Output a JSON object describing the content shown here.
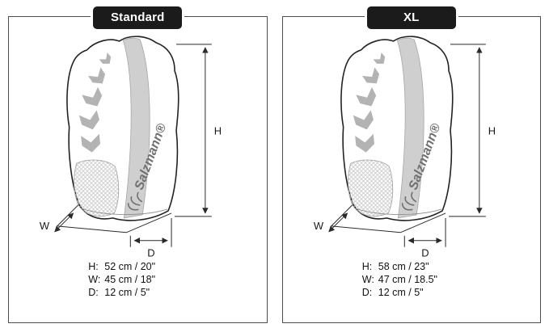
{
  "panels": [
    {
      "label": "Standard",
      "brand": "Salzmann®",
      "axis": {
        "h": "H",
        "w": "W",
        "d": "D"
      },
      "dims": [
        {
          "key": "H:",
          "value": "52 cm / 20\""
        },
        {
          "key": "W:",
          "value": "45 cm / 18\""
        },
        {
          "key": "D:",
          "value": "12 cm / 5\""
        }
      ]
    },
    {
      "label": "XL",
      "brand": "Salzmann®",
      "axis": {
        "h": "H",
        "w": "W",
        "d": "D"
      },
      "dims": [
        {
          "key": "H:",
          "value": "58 cm / 23\""
        },
        {
          "key": "W:",
          "value": "47 cm / 18.5\""
        },
        {
          "key": "D:",
          "value": "12 cm / 5\""
        }
      ]
    }
  ],
  "colors": {
    "panel_border": "#4d4d4d",
    "pill_background": "#1b1b1b",
    "pill_text": "#ffffff",
    "line": "#2a2a2a",
    "stripe_gray": "#cfcfcf",
    "chevron_gray": "#b3b3b3",
    "brand_gray": "#707070"
  }
}
